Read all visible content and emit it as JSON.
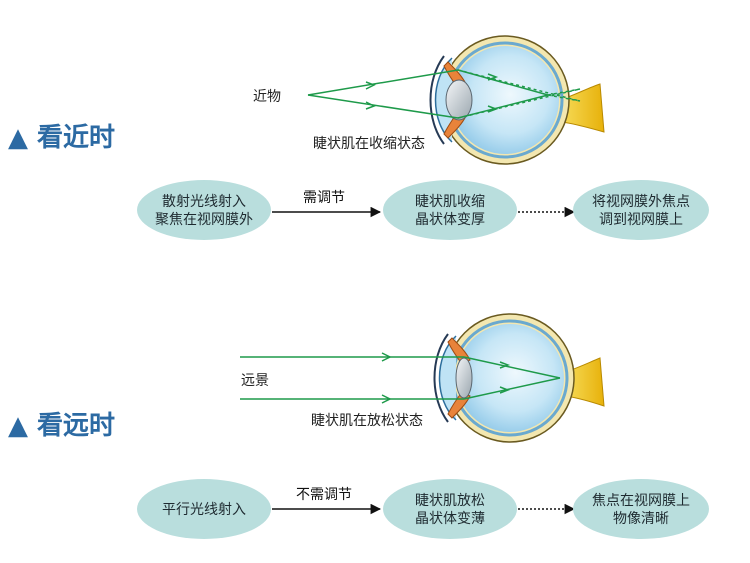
{
  "sections": [
    {
      "title": "▲ 看近时",
      "object_label": "近物",
      "muscle_label": "睫状肌在收缩状态",
      "flow": {
        "nodes": [
          {
            "line1": "散射光线射入",
            "line2": "聚焦在视网膜外"
          },
          {
            "line1": "睫状肌收缩",
            "line2": "晶状体变厚"
          },
          {
            "line1": "将视网膜外焦点",
            "line2": "调到视网膜上"
          }
        ],
        "edges": [
          {
            "label": "需调节"
          },
          {
            "label": ""
          }
        ]
      }
    },
    {
      "title": "▲ 看远时",
      "object_label": "远景",
      "muscle_label": "睫状肌在放松状态",
      "flow": {
        "nodes": [
          {
            "line1": "平行光线射入",
            "line2": ""
          },
          {
            "line1": "睫状肌放松",
            "line2": "晶状体变薄"
          },
          {
            "line1": "焦点在视网膜上",
            "line2": "物像清晰"
          }
        ],
        "edges": [
          {
            "label": "不需调节"
          },
          {
            "label": ""
          }
        ]
      }
    }
  ],
  "colors": {
    "ray": "#1e9a4a",
    "node_fill": "#b9dedd",
    "title": "#2c6aa3",
    "sclera": "#f3e7b0",
    "eye_blue": "#a9d7ef",
    "nerve": "#f2c21b",
    "iris": "#e8833a"
  }
}
